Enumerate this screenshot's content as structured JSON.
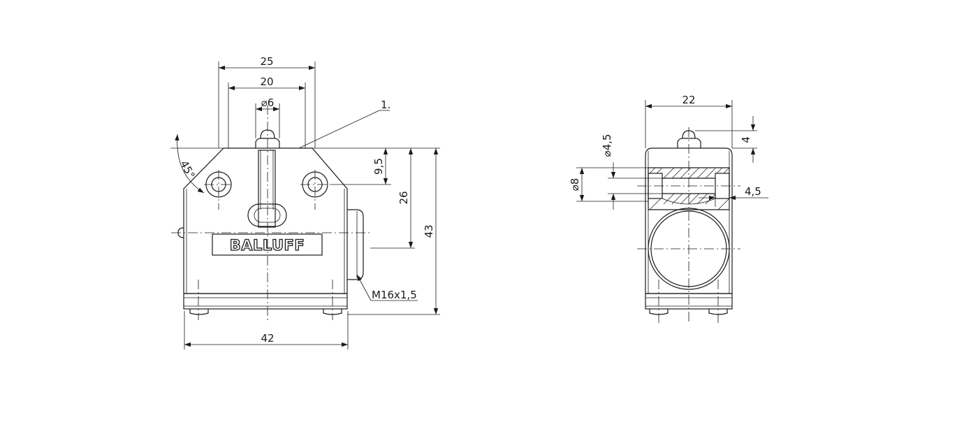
{
  "logo": "BALLUFF",
  "front_view": {
    "dim_width_top": "25",
    "dim_width_inner": "20",
    "dim_plunger_dia": "⌀6",
    "callout": "1.",
    "dim_angle": "45°",
    "dim_hole_offset": "9,5",
    "dim_height_mid": "26",
    "dim_height_total": "43",
    "dim_thread": "M16x1,5",
    "dim_width_base": "42"
  },
  "side_view": {
    "dim_width": "22",
    "dim_hole_dia": "⌀4,5",
    "dim_counterbore_dia": "⌀8",
    "dim_plunger_height": "4",
    "dim_depth": "4,5"
  }
}
